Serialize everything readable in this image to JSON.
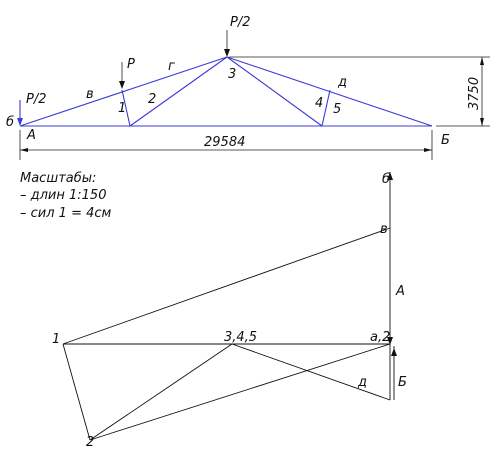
{
  "truss": {
    "loads": {
      "apex": "P/2",
      "left_support": "P/2",
      "node1": "P"
    },
    "members": {
      "b": "б",
      "v": "в",
      "g": "г",
      "d": "д",
      "m2": "2",
      "m5": "5"
    },
    "nodes": {
      "n1": "1",
      "n3": "3",
      "n4": "4",
      "A": "А",
      "B": "Б"
    },
    "span": "29584",
    "height": "3750"
  },
  "scales": {
    "title": "Масштабы:",
    "lengths": "– длин 1:150",
    "forces": "– сил 1 = 4см"
  },
  "force_polygon": {
    "p_b": "б",
    "p_v": "в",
    "force_A": "А",
    "p1": "1",
    "p345": "3,4,5",
    "p_a2": "а,2",
    "p_d": "д",
    "force_B": "Б",
    "p2": "2"
  },
  "colors": {
    "truss": "#3b3bd6",
    "lines": "#111111"
  }
}
